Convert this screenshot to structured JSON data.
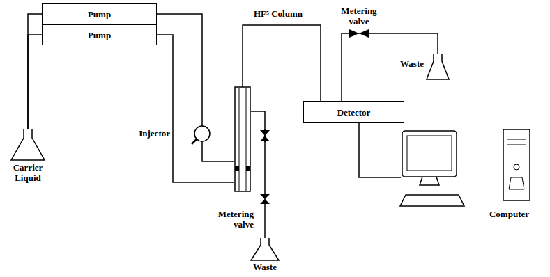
{
  "diagram": {
    "nodes": [
      {
        "text": [
          "Pump"
        ]
      },
      {
        "text": [
          "Pump"
        ]
      },
      {
        "text": [
          "Carrier Liquid"
        ]
      },
      {
        "text": [
          "Injector"
        ]
      },
      {
        "text": [
          "HF⁵ Column"
        ]
      },
      {
        "text": [
          "Metering valve"
        ]
      },
      {
        "text": [
          "Waste"
        ]
      },
      {
        "text": [
          "Detector"
        ]
      },
      {
        "text": [
          "Metering valve"
        ]
      },
      {
        "text": [
          "Waste"
        ]
      },
      {
        "text": [
          "Computer"
        ]
      }
    ],
    "edges": [
      {
        "from": 2,
        "to": 0,
        "arrow": "none"
      },
      {
        "from": 2,
        "to": 1,
        "arrow": "none"
      },
      {
        "from": 0,
        "to": 3,
        "arrow": "none"
      },
      {
        "from": 3,
        "to": 4,
        "arrow": "none"
      },
      {
        "from": 1,
        "to": 4,
        "arrow": "none"
      },
      {
        "from": 4,
        "to": 7,
        "arrow": "none"
      },
      {
        "from": 4,
        "to": 5,
        "arrow": "none"
      },
      {
        "from": 5,
        "to": 6,
        "arrow": "none"
      },
      {
        "from": 7,
        "to": 8,
        "arrow": "none"
      },
      {
        "from": 8,
        "to": 9,
        "arrow": "none"
      },
      {
        "from": 7,
        "to": 10,
        "arrow": "none"
      }
    ]
  }
}
